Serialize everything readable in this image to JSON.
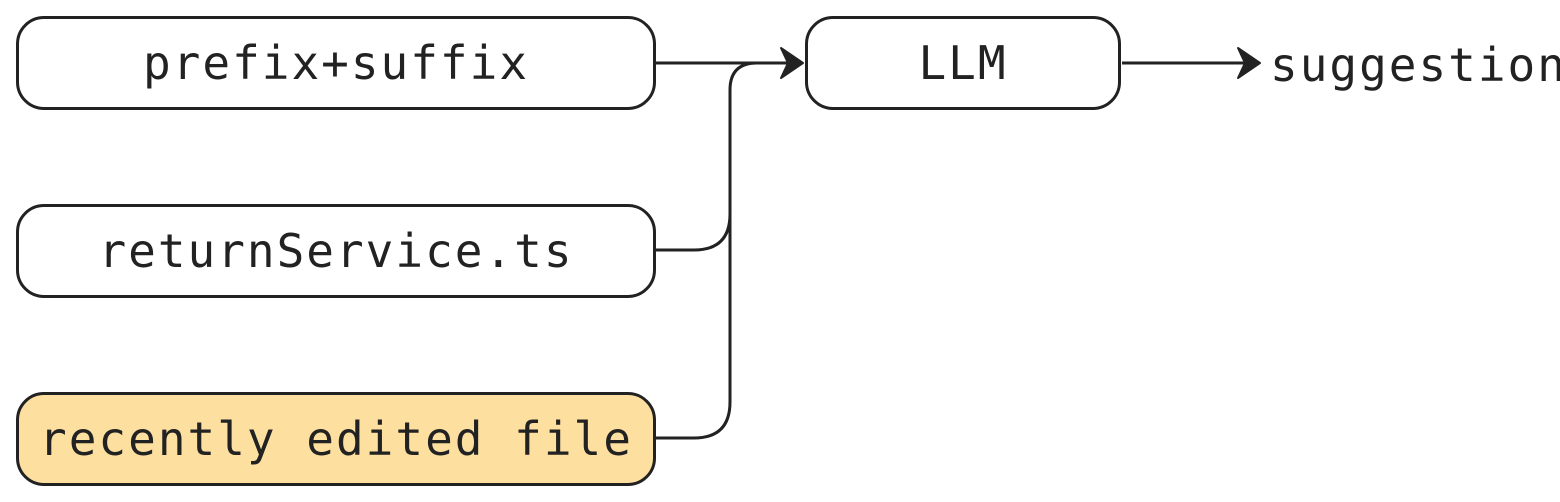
{
  "inputs": {
    "prefix_suffix": "prefix+suffix",
    "return_service": "returnService.ts",
    "recently_edited": "recently edited file"
  },
  "model": {
    "label": "LLM"
  },
  "output": {
    "label": "suggestion"
  },
  "colors": {
    "stroke": "#222222",
    "highlight_fill": "#fde0a0",
    "box_fill": "#ffffff"
  }
}
